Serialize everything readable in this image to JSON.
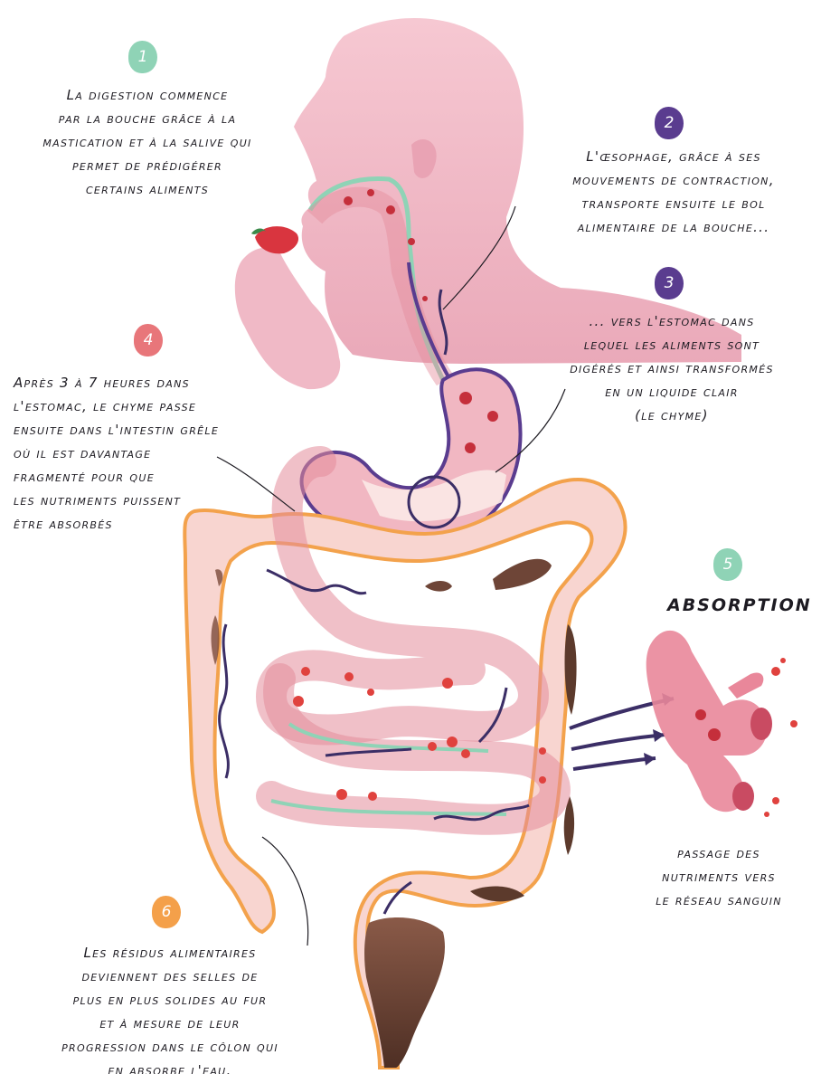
{
  "colors": {
    "teal": "#8fd3b6",
    "purple": "#5a3c8f",
    "coral": "#e8767a",
    "orange": "#f4a04a",
    "skin": "#f2bfca",
    "intestine": "#f6c9c5",
    "colon_outline": "#f3a24c",
    "arrow": "#3b2e66",
    "stool": "#5c3a2c",
    "blood_vessel": "#e9879a"
  },
  "steps": [
    {
      "number": "1",
      "color": "#8fd3b6",
      "text": "La digestion commence\npar la bouche grâce à la\nmastication et à la salive qui\npermet de prédigérer\ncertains aliments"
    },
    {
      "number": "2",
      "color": "#5a3c8f",
      "text": "L'œsophage, grâce à ses\nmouvements de contraction,\ntransporte ensuite le bol\nalimentaire de la bouche..."
    },
    {
      "number": "3",
      "color": "#5a3c8f",
      "text": "... vers l'estomac dans\nlequel les aliments sont\ndigérés et ainsi transformés\nen un liquide clair\n(le chyme)"
    },
    {
      "number": "4",
      "color": "#e8767a",
      "text": "Après 3 à 7 heures dans\nl'estomac, le chyme passe\nensuite dans l'intestin grêle\noù il est davantage\nfragmenté pour que\nles nutriments puissent\nêtre absorbés"
    },
    {
      "number": "5",
      "color": "#8fd3b6",
      "heading": "ABSORPTION",
      "text": "passage des\nnutriments vers\nle réseau sanguin"
    },
    {
      "number": "6",
      "color": "#f4a04a",
      "text": "Les résidus alimentaires\ndeviennent des selles de\nplus en plus solides au fur\net à mesure de leur\nprogression dans le côlon qui\nen absorbe l'eau."
    }
  ]
}
